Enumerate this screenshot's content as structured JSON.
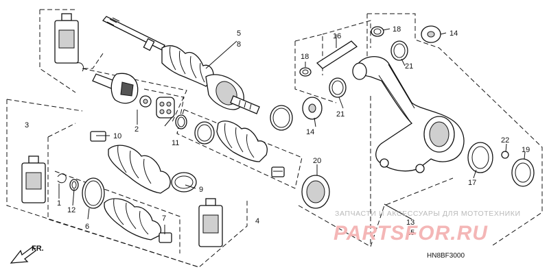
{
  "callouts": {
    "c1": "1",
    "c2": "2",
    "c3": "3",
    "c4": "4",
    "c5": "5",
    "c6": "6",
    "c7": "7",
    "c8": "8",
    "c9": "9",
    "c10": "10",
    "c11": "11",
    "c12": "12",
    "c13": "13",
    "c14a": "14",
    "c14b": "14",
    "c15": "15",
    "c16": "16",
    "c17": "17",
    "c18a": "18",
    "c18b": "18",
    "c19": "19",
    "c20": "20",
    "c21a": "21",
    "c21b": "21",
    "c22": "22"
  },
  "direction_label": "FR.",
  "watermark": {
    "caption": "ЗАПЧАСТИ И АКСЕССУАРЫ ДЛЯ МОТОТЕХНИКИ",
    "logo": "PARTSFOR.RU"
  },
  "diagram_code": "HN8BF3000"
}
